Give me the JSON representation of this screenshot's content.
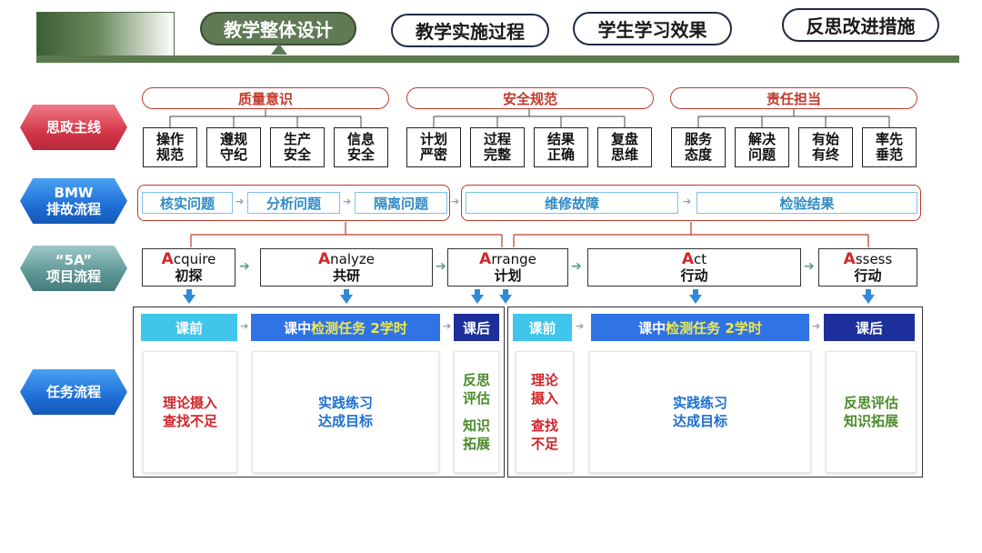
{
  "header": {
    "tabs": [
      {
        "label": "教学整体设计",
        "active": true
      },
      {
        "label": "教学实施过程",
        "active": false
      },
      {
        "label": "学生学习效果",
        "active": false
      },
      {
        "label": "反思改进措施",
        "active": false
      }
    ]
  },
  "side_labels": {
    "sizheng": "思政主线",
    "bmw_line1": "BMW",
    "bmw_line2": "排故流程",
    "fivea_line1": "“5A”",
    "fivea_line2": "项目流程",
    "task": "任务流程"
  },
  "sizheng": {
    "groups": [
      {
        "title": "质量意识",
        "items": [
          [
            "操作",
            "规范"
          ],
          [
            "遵规",
            "守纪"
          ],
          [
            "生产",
            "安全"
          ],
          [
            "信息",
            "安全"
          ]
        ]
      },
      {
        "title": "安全规范",
        "items": [
          [
            "计划",
            "严密"
          ],
          [
            "过程",
            "完整"
          ],
          [
            "结果",
            "正确"
          ],
          [
            "复盘",
            "思维"
          ]
        ]
      },
      {
        "title": "责任担当",
        "items": [
          [
            "服务",
            "态度"
          ],
          [
            "解决",
            "问题"
          ],
          [
            "有始",
            "有终"
          ],
          [
            "率先",
            "垂范"
          ]
        ]
      }
    ]
  },
  "bmw": {
    "group1": [
      "核实问题",
      "分析问题",
      "隔离问题"
    ],
    "group2": [
      "维修故障",
      "检验结果"
    ]
  },
  "fivea": [
    {
      "initial": "A",
      "rest": "cquire",
      "cn": "初探"
    },
    {
      "initial": "A",
      "rest": "nalyze",
      "cn": "共研"
    },
    {
      "initial": "A",
      "rest": "rrange",
      "cn": "计划"
    },
    {
      "initial": "A",
      "rest": "ct",
      "cn": "行动"
    },
    {
      "initial": "A",
      "rest": "ssess",
      "cn": "行动"
    }
  ],
  "tasks": {
    "left": {
      "pre": "课前",
      "mid_prefix": "课中",
      "mid_highlight": "检测任务 2学时",
      "post": "课后",
      "box1": [
        "理论摄入",
        "查找不足"
      ],
      "box2": [
        "实践练习",
        "达成目标"
      ],
      "box3": [
        "反思",
        "评估",
        "知识",
        "拓展"
      ]
    },
    "right": {
      "pre": "课前",
      "mid_prefix": "课中",
      "mid_highlight": "检测任务 2学时",
      "post": "课后",
      "box1": [
        "理论",
        "摄入",
        "查找",
        "不足"
      ],
      "box2": [
        "实践练习",
        "达成目标"
      ],
      "box3": [
        "反思评估",
        "知识拓展"
      ]
    }
  },
  "colors": {
    "accent_green": "#5f7a55",
    "red": "#c0392b",
    "blue": "#2f73e4",
    "navy": "#1d2f9a",
    "cyan": "#3fc6ea"
  }
}
